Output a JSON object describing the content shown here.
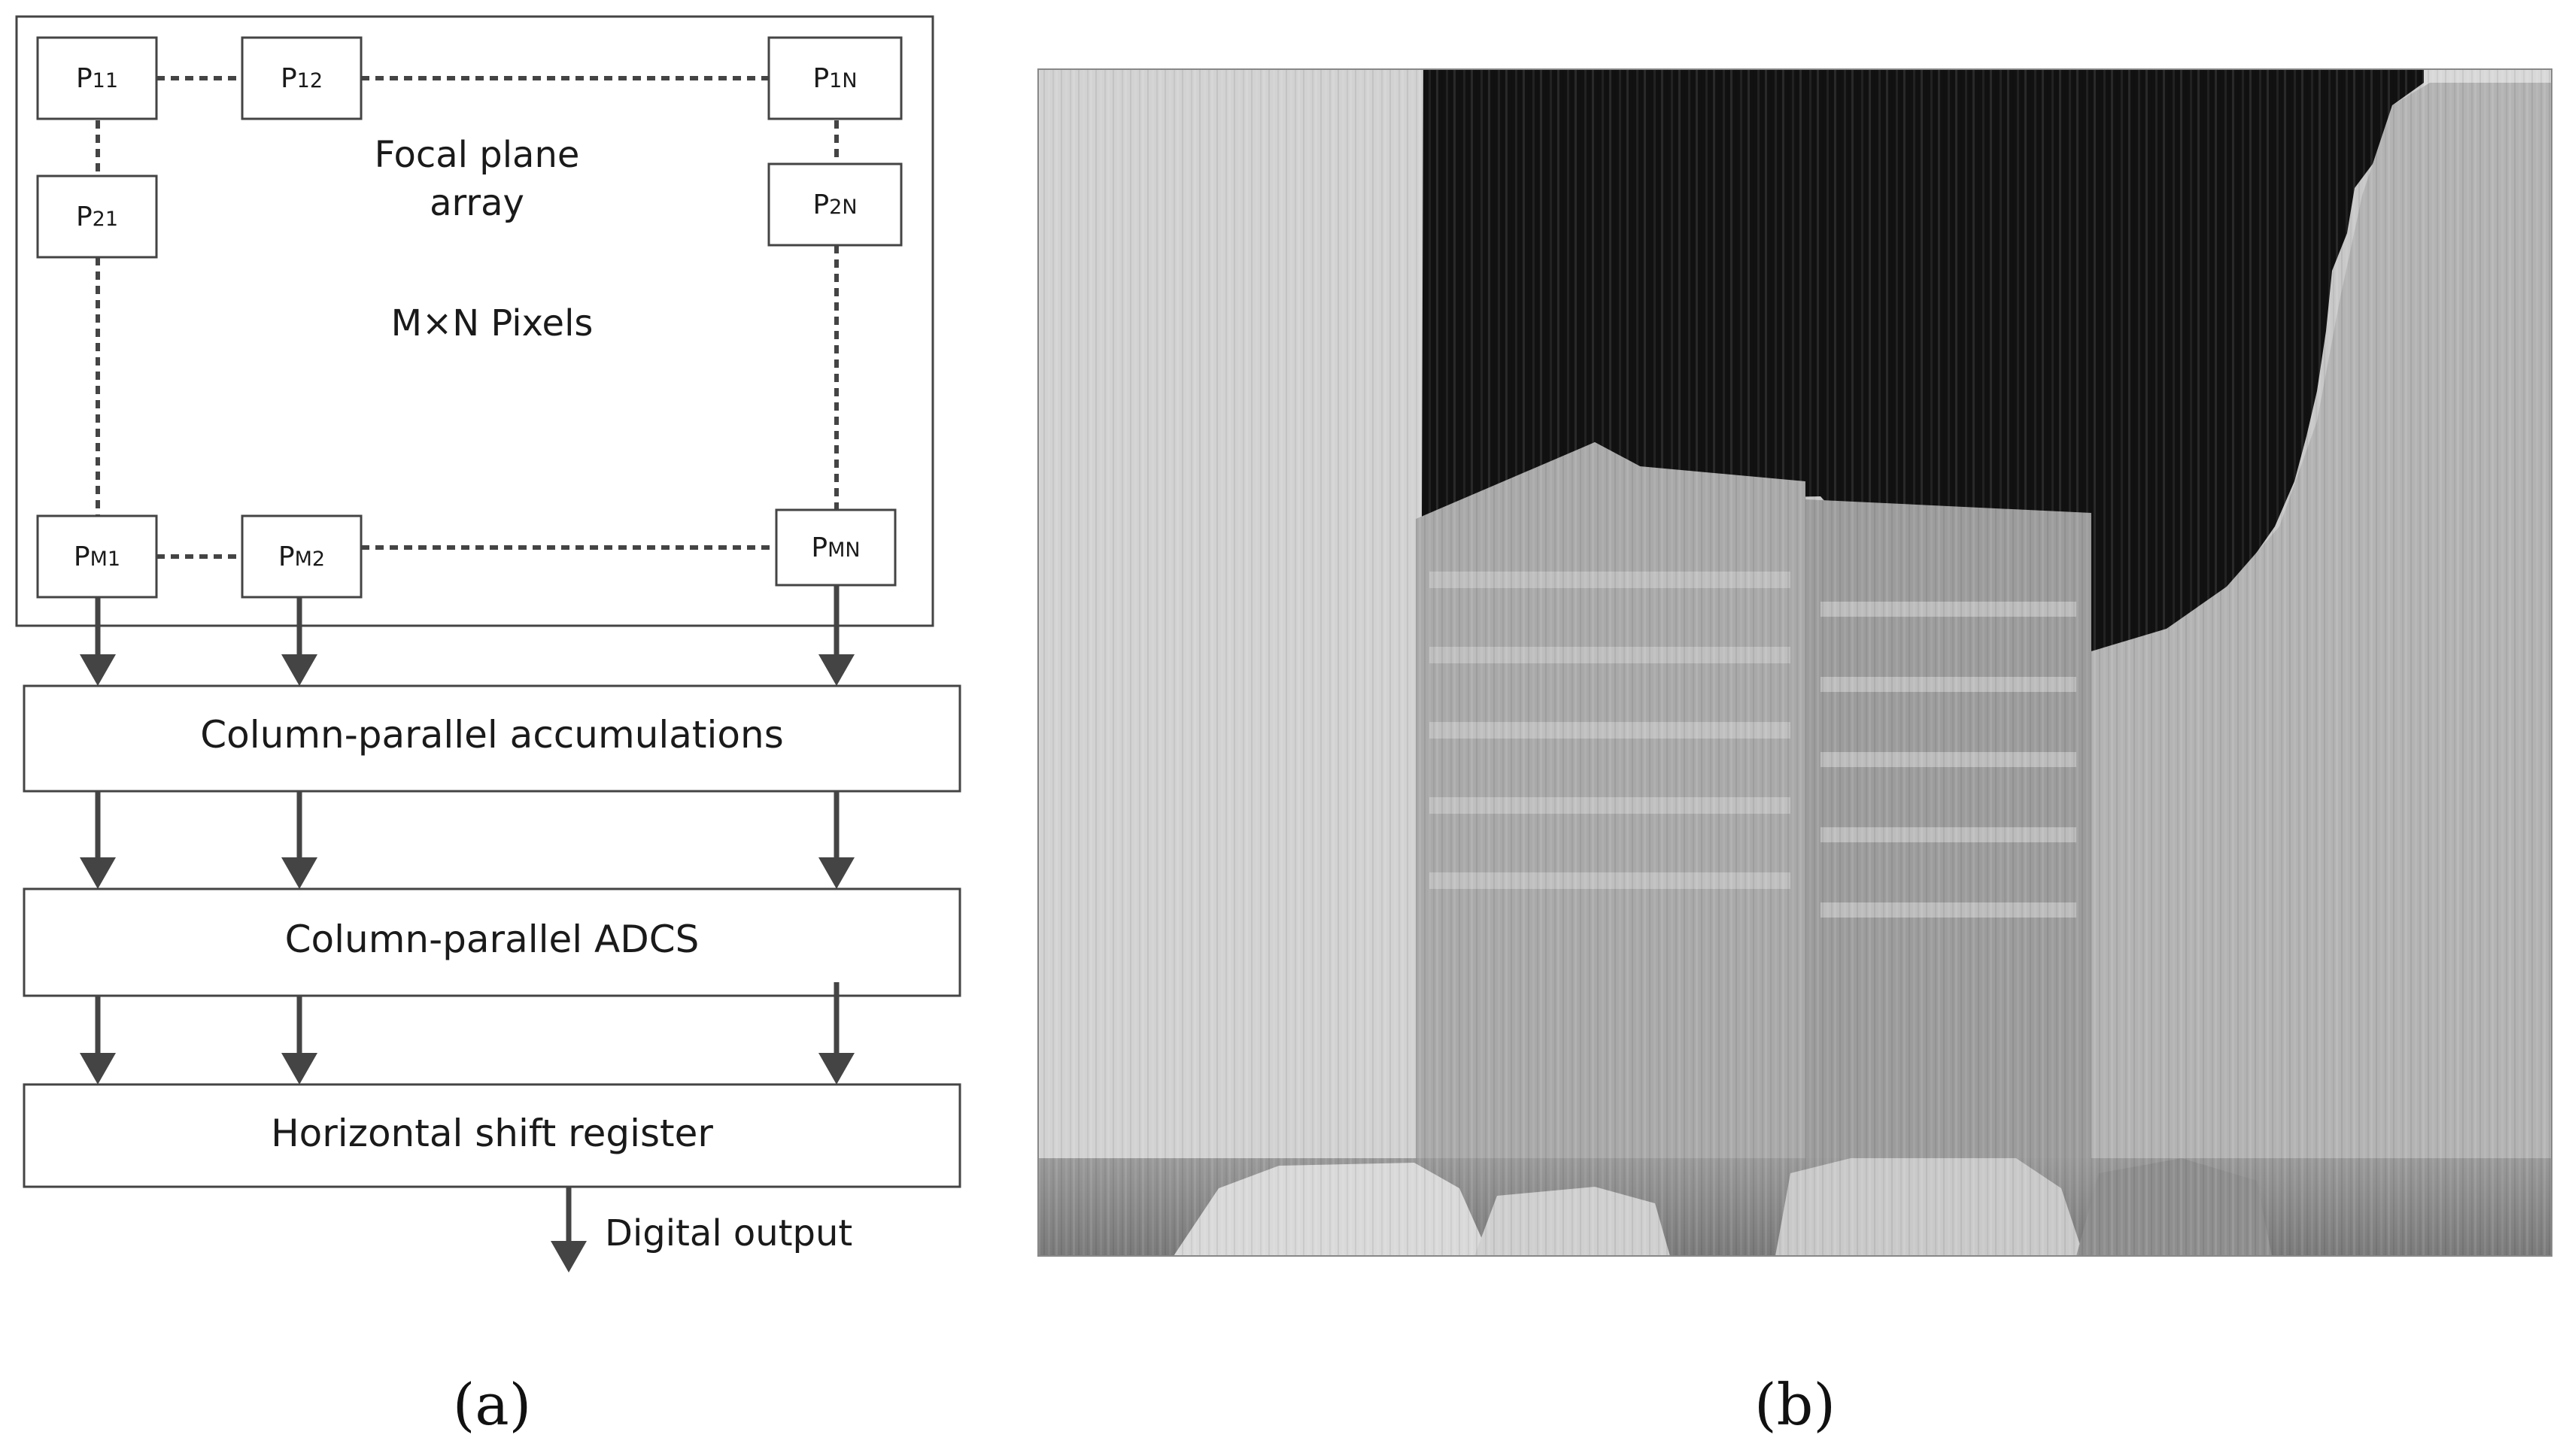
{
  "panel_a": {
    "pixels": {
      "p11": {
        "base": "P",
        "sub": "11"
      },
      "p12": {
        "base": "P",
        "sub": "12"
      },
      "p1n": {
        "base": "P",
        "sub": "1N"
      },
      "p21": {
        "base": "P",
        "sub": "21"
      },
      "p2n": {
        "base": "P",
        "sub": "2N"
      },
      "pm1": {
        "base": "P",
        "sub": "M1"
      },
      "pm2": {
        "base": "P",
        "sub": "M2"
      },
      "pmn": {
        "base": "P",
        "sub": "MN"
      }
    },
    "array_title_line1": "Focal plane",
    "array_title_line2": "array",
    "array_size": "M×N Pixels",
    "block_accumulations": "Column-parallel accumulations",
    "block_adcs": "Column-parallel ADCS",
    "block_shift_register": "Horizontal shift register",
    "output_label": "Digital output",
    "caption": "(a)"
  },
  "panel_b": {
    "caption": "(b)"
  },
  "colors": {
    "line": "#3a3a3a",
    "arrow": "#444444",
    "sky": "#111111"
  }
}
